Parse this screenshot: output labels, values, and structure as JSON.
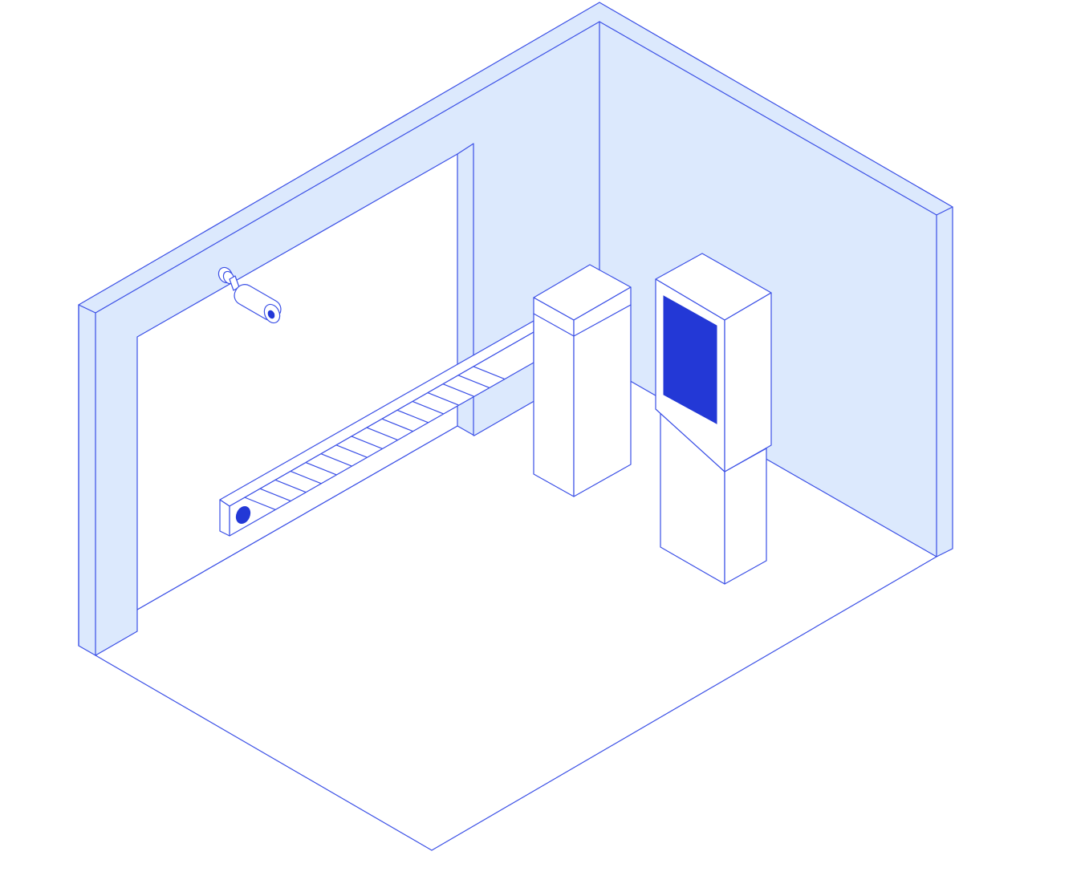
{
  "scene": {
    "objects": [
      "room",
      "door-opening",
      "security-camera",
      "barrier-gate-post",
      "barrier-boom-arm",
      "payment-kiosk"
    ]
  },
  "colors": {
    "line": "#3a4fe6",
    "wall_fill": "#dce9fd",
    "accent": "#2338d6",
    "background": "#ffffff"
  },
  "boom_arm": {
    "stripe_count": 16
  }
}
